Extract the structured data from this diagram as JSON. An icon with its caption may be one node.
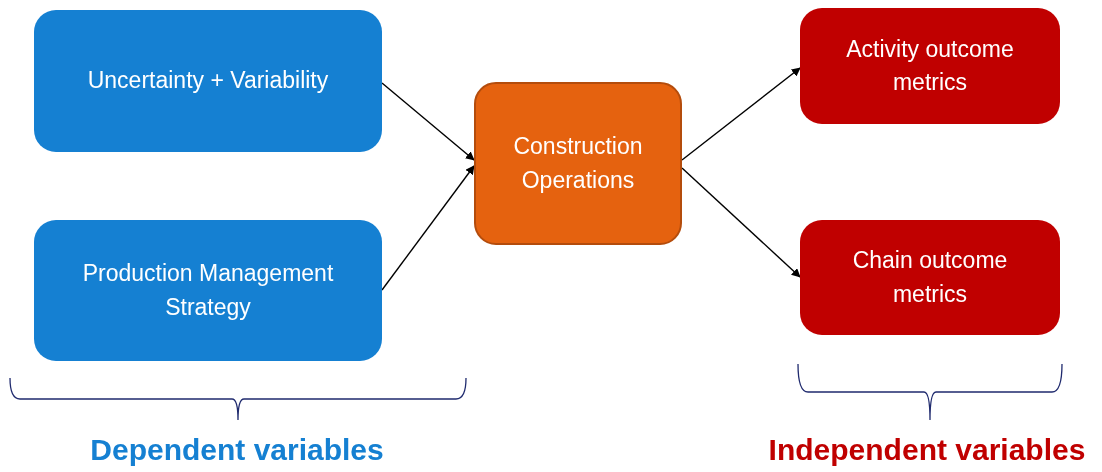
{
  "diagram": {
    "nodes": [
      {
        "text": [
          "Uncertainty + Variability"
        ]
      },
      {
        "text": [
          "Production Management Strategy"
        ]
      },
      {
        "text": [
          "Construction Operations"
        ]
      },
      {
        "text": [
          "Activity outcome metrics"
        ]
      },
      {
        "text": [
          "Chain outcome metrics"
        ]
      }
    ],
    "edges": [
      {
        "from": 0,
        "to": 2,
        "arrow": "to"
      },
      {
        "from": 1,
        "to": 2,
        "arrow": "to"
      },
      {
        "from": 2,
        "to": 3,
        "arrow": "to"
      },
      {
        "from": 2,
        "to": 4,
        "arrow": "to"
      }
    ],
    "labels": [
      "Dependent variables",
      "Independent variables"
    ]
  }
}
